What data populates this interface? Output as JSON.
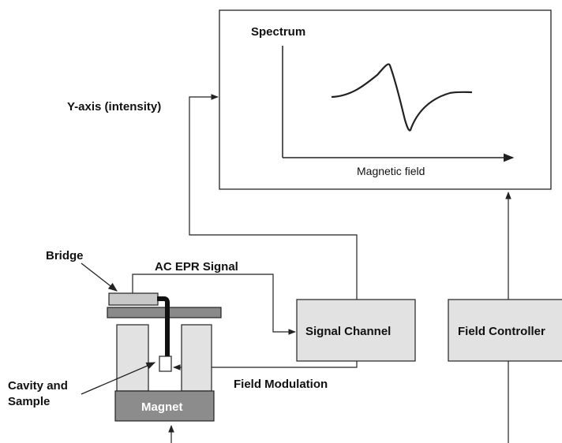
{
  "diagram": {
    "spectrum_title": "Spectrum",
    "magnetic_field_label": "Magnetic field",
    "y_axis_label": "Y-axis (intensity)",
    "bridge_label": "Bridge",
    "ac_signal_label": "AC EPR Signal",
    "signal_channel_label": "Signal Channel",
    "field_controller_label": "Field Controller",
    "field_modulation_label": "Field Modulation",
    "cavity_label_line1": "Cavity and",
    "cavity_label_line2": "Sample",
    "magnet_label": "Magnet"
  },
  "colors": {
    "line": "#222222",
    "box_fill": "#e2e2e2",
    "magnet_fill": "#8c8c8c",
    "bridge_fill": "#c8c8c8",
    "plate_fill": "#8a8a8a",
    "pole_fill": "#e2e2e2",
    "text": "#111111",
    "magnet_text": "#ffffff"
  }
}
